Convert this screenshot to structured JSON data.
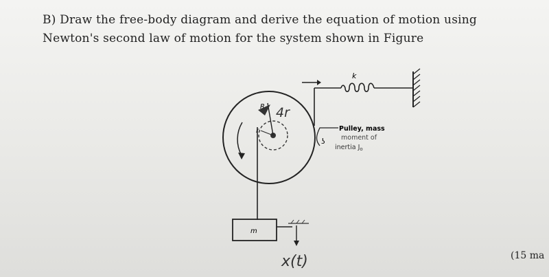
{
  "question": {
    "line1": "B) Draw the free-body diagram and derive the equation of motion using",
    "line2": "Newton's second law of motion for the system shown in Figure"
  },
  "figure": {
    "spring_label": "k",
    "radius_label": "r",
    "radius_label_outer": "R",
    "pulley_note_line1": "Pulley, mass",
    "pulley_note_line2": "moment of",
    "pulley_note_line3": "inertia J",
    "pulley_note_subscript": "o",
    "mass_label": "m",
    "handwritten_angle": "4r",
    "handwritten_displacement": "x(t)"
  },
  "marks": "(15 ma"
}
